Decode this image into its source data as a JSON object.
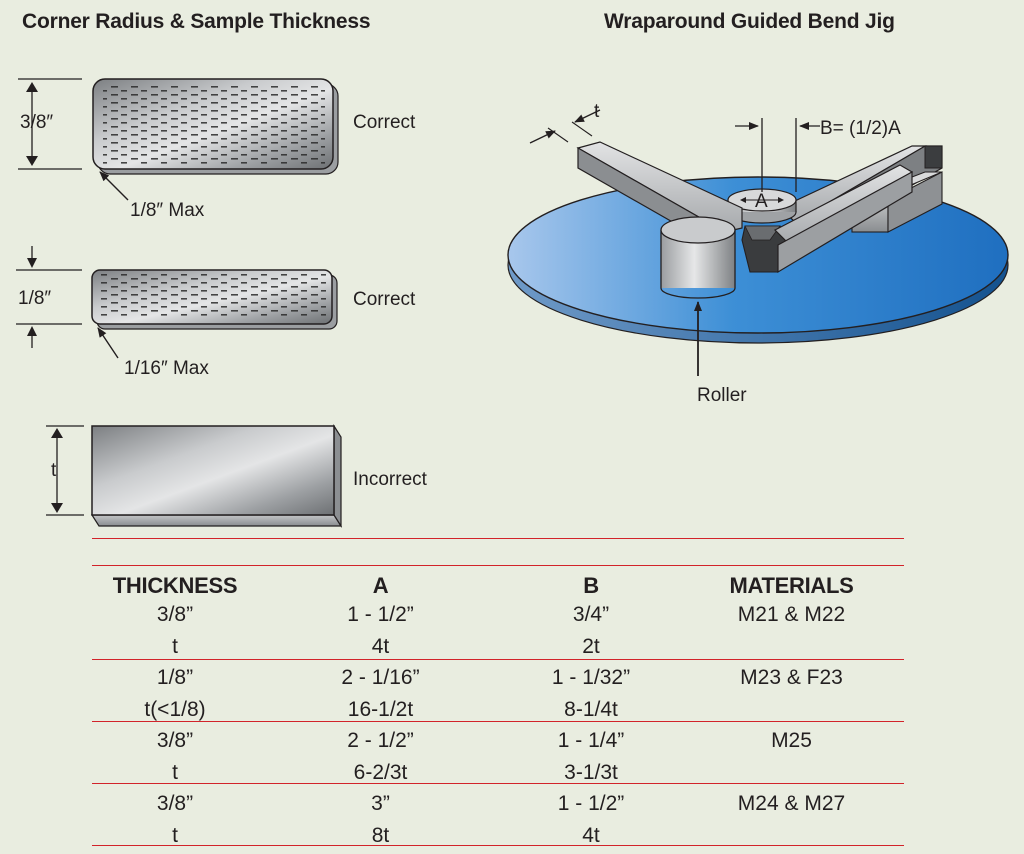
{
  "titles": {
    "left": "Corner Radius & Sample Thickness",
    "right": "Wraparound Guided Bend Jig"
  },
  "samples": [
    {
      "dimension": "3/8″",
      "radius_note": "1/8″ Max",
      "status": "Correct"
    },
    {
      "dimension": "1/8″",
      "radius_note": "1/16″ Max",
      "status": "Correct"
    },
    {
      "dimension": "t",
      "status": "Incorrect"
    }
  ],
  "jig": {
    "t_label": "t",
    "a_label": "A",
    "b_label": "B= (1/2)A",
    "roller_label": "Roller"
  },
  "colors": {
    "rule_red": "#d2232a",
    "disc_blue": "#3d8fd6",
    "background": "#e9ede0"
  },
  "table": {
    "headers": [
      "THICKNESS",
      "A",
      "B",
      "MATERIALS"
    ],
    "groups": [
      {
        "rows": [
          [
            "3/8”",
            "1 - 1/2”",
            "3/4”",
            "M21 & M22"
          ],
          [
            "t",
            "4t",
            "2t",
            ""
          ]
        ]
      },
      {
        "rows": [
          [
            "1/8”",
            "2 - 1/16”",
            "1 - 1/32”",
            "M23 & F23"
          ],
          [
            "t(<1/8)",
            "16-1/2t",
            "8-1/4t",
            ""
          ]
        ]
      },
      {
        "rows": [
          [
            "3/8”",
            "2 - 1/2”",
            "1 - 1/4”",
            "M25"
          ],
          [
            "t",
            "6-2/3t",
            "3-1/3t",
            ""
          ]
        ]
      },
      {
        "rows": [
          [
            "3/8”",
            "3”",
            "1 - 1/2”",
            "M24 & M27"
          ],
          [
            "t",
            "8t",
            "4t",
            ""
          ]
        ]
      }
    ]
  }
}
